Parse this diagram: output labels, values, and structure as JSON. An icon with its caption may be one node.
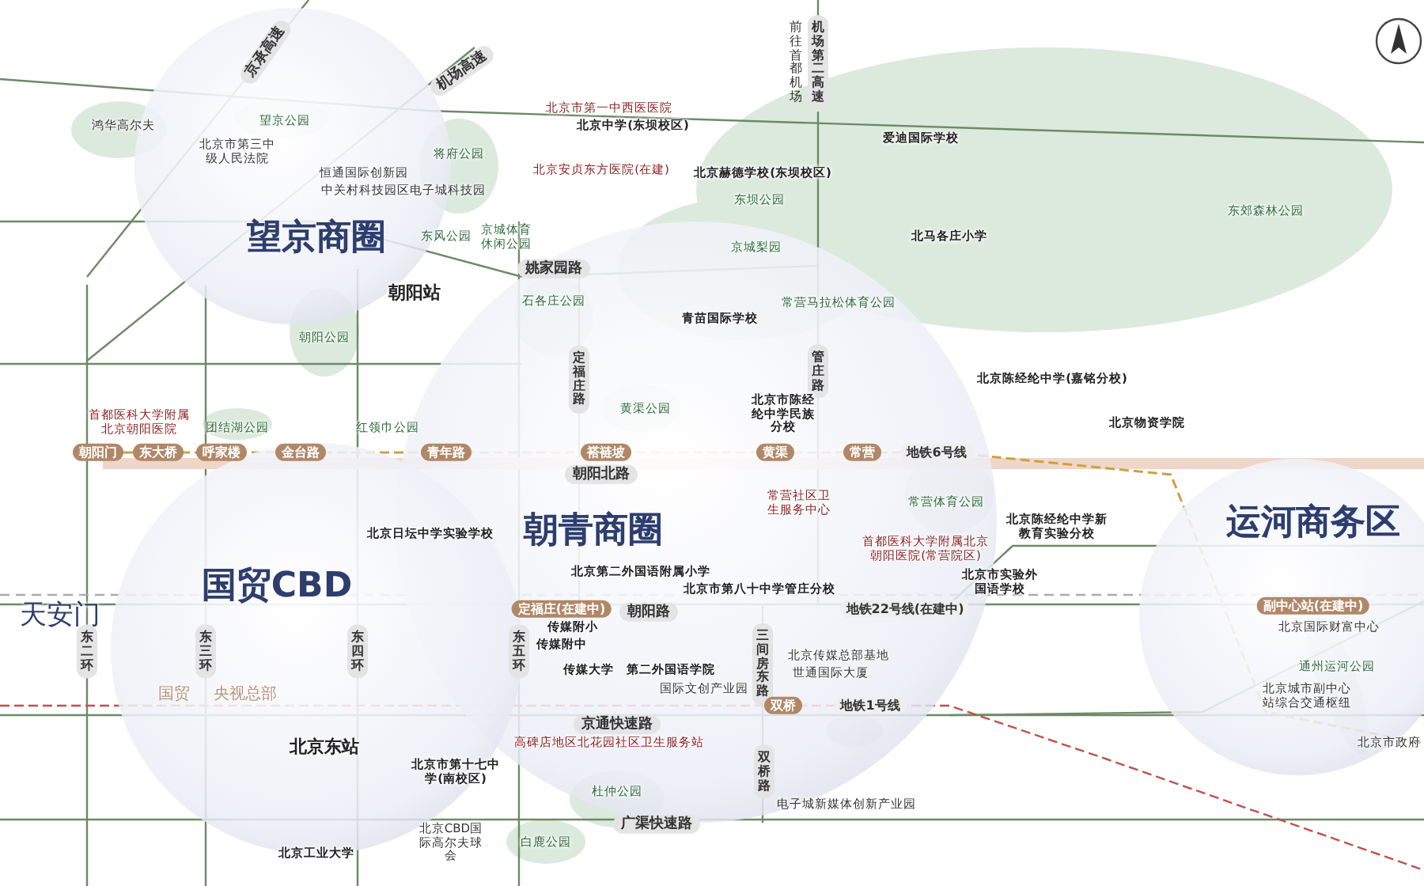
{
  "diagram": {
    "nodes": [
      {
        "text": [
          "望京商圈"
        ]
      },
      {
        "text": [
          "朝青商圈"
        ]
      },
      {
        "text": [
          "国贸CBD"
        ]
      },
      {
        "text": [
          "运河商务区"
        ]
      }
    ],
    "labels": [
      "京承高速",
      "机场高速",
      "前往首都机场",
      "机场第二高速",
      "北京市第一中西医医院",
      "鸿华高尔夫",
      "望京公园",
      "北京中学(东坝校区)",
      "爱迪国际学校",
      "北京市第三中级人民法院",
      "将府公园",
      "恒通国际创新园",
      "北京安贞东方医院(在建)",
      "北京赫德学校(东坝校区)",
      "中关村科技园区电子城科技园",
      "东坝公园",
      "东郊森林公园",
      "东风公园",
      "京城体育休闲公园",
      "京城梨园",
      "北马各庄小学",
      "姚家园路",
      "朝阳站",
      "石各庄公园",
      "常营马拉松体育公园",
      "青苗国际学校",
      "朝阳公园",
      "定福庄路",
      "管庄路",
      "北京陈经纶中学(嘉铭分校)",
      "首都医科大学附属北京朝阳医院",
      "团结湖公园",
      "红领巾公园",
      "黄渠公园",
      "北京市陈经纶中学民族分校",
      "北京物资学院",
      "朝阳门",
      "东大桥",
      "呼家楼",
      "金台路",
      "青年路",
      "褡裢坡",
      "黄渠",
      "常营",
      "地铁6号线",
      "朝阳北路",
      "常营社区卫生服务中心",
      "常营体育公园",
      "北京日坛中学实验学校",
      "首都医科大学附属北京朝阳医院(常营院区)",
      "北京陈经纶中学新教育实验分校",
      "北京第二外国语附属小学",
      "北京市第八十中学管庄分校",
      "北京市实验外国语学校",
      "天安门",
      "东二环",
      "东三环",
      "东四环",
      "东五环",
      "定福庄(在建中)",
      "朝阳路",
      "地铁22号线(在建中)",
      "副中心站(在建中)",
      "传媒附小",
      "北京国际财富中心",
      "传媒附中",
      "传媒大学",
      "第二外国语学院",
      "三间房东路",
      "北京传媒总部基地",
      "世通国际大厦",
      "通州运河公园",
      "国贸",
      "央视总部",
      "国际文创产业园",
      "双桥",
      "地铁1号线",
      "北京城市副中心站综合交通枢纽",
      "京通快速路",
      "北京东站",
      "高碑店地区北花园社区卫生服务站",
      "北京市政府",
      "北京市第十七中学(南校区)",
      "杜仲公园",
      "双桥路",
      "电子城新媒体创新产业园",
      "广渠快速路",
      "北京工业大学",
      "北京CBD国际高尔夫球会",
      "白鹿公园"
    ]
  }
}
